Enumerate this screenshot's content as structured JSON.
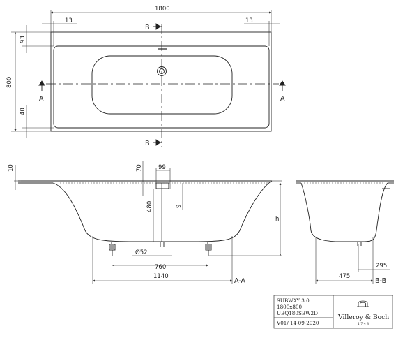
{
  "top_view": {
    "width_mm": "1800",
    "height_mm": "800",
    "left_rim_mm": "13",
    "right_rim_mm": "13",
    "top_rim_mm": "93",
    "bottom_rim_mm": "40",
    "section_a": "A",
    "section_b": "B"
  },
  "front_section": {
    "rim_thickness": "10",
    "offset_70": "70",
    "dim_99": "99",
    "dim_9": "9",
    "depth_480": "480",
    "waste_diameter": "Ø52",
    "feet_span": "760",
    "bottom_length": "1140",
    "label": "A-A"
  },
  "side_section": {
    "height_label": "h",
    "bottom_width": "475",
    "drain_offset": "295",
    "label": "B-B"
  },
  "title_block": {
    "product": "SUBWAY 3.0",
    "size": "1800x800",
    "code": "UBQ180SBW2D",
    "version": "V01/ 14-09-2020",
    "brand": "Villeroy & Boch",
    "established": "1748"
  },
  "colors": {
    "line": "#222222",
    "dim_line": "#333333",
    "background": "#ffffff"
  }
}
